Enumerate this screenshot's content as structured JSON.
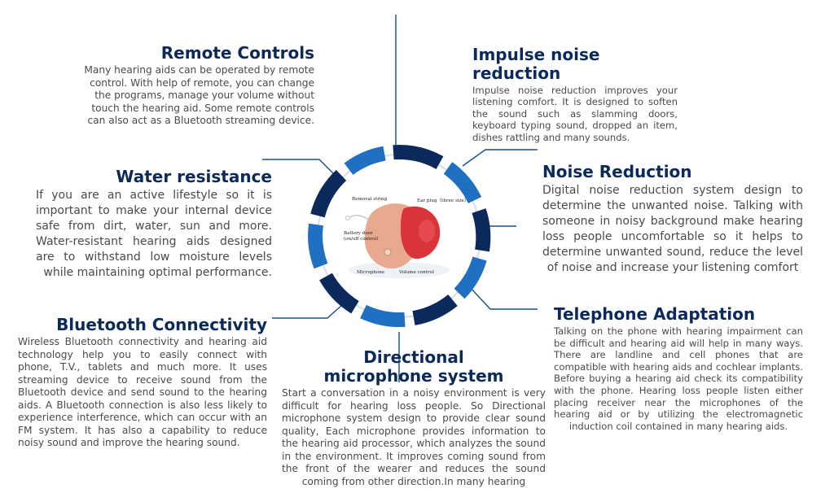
{
  "features": {
    "remote": {
      "title": "Remote Controls",
      "body": "Many hearing aids can be operated by remote control. With help of remote, you can change the programs, manage your volume without touch the hearing aid. Some remote controls can also act as a Bluetooth streaming device."
    },
    "impulse": {
      "title": "Impulse noise reduction",
      "body": "Impulse noise reduction improves your listening comfort. It is designed to soften the sound such as slamming doors, keyboard typing sound, dropped an item, dishes rattling and many sounds."
    },
    "water": {
      "title": "Water resistance",
      "body": "If you are an active lifestyle so it is important to make your internal device safe from dirt, water, sun and more. Water-resistant hearing aids designed are to withstand low moisture levels while maintaining optimal performance."
    },
    "noise": {
      "title": "Noise Reduction",
      "body": "Digital noise reduction system design to determine the unwanted noise. Talking with someone in noisy background make hearing loss people uncomfortable so it helps to determine unwanted sound, reduce the level of noise and increase your listening comfort"
    },
    "bluetooth": {
      "title": "Bluetooth Connectivity",
      "body": "Wireless Bluetooth connectivity and hearing aid technology help you to easily connect with phone, T.V., tablets and much more. It uses streaming device to receive sound from the Bluetooth device and send sound to the hearing aids. A Bluetooth connection is also less likely to experience interference, which can occur with an FM system. It has also a capability to reduce noisy sound and improve the hearing sound."
    },
    "telephone": {
      "title": "Telephone Adaptation",
      "body": "Talking on the phone with hearing impairment can be difficult and hearing aid will help in many ways. There are landline and cell phones that are compatible with hearing aids and cochlear implants. Before buying a hearing aid check its compatibility with the phone. Hearing loss people listen either placing receiver near the microphones of the hearing aid or by utilizing the electromagnetic induction coil contained in many hearing aids."
    },
    "directional": {
      "title": "Directional microphone system",
      "body": "Start a conversation in a noisy environment is very difficult for hearing loss people. So Directional microphone system design to provide clear sound quality, Each microphone provides information to the hearing aid processor, which analyzes the sound in the environment. It improves coming sound from the front of the wearer and reduces the sound coming from other direction.In many hearing"
    }
  },
  "device_labels": {
    "removal_string": "Removal string",
    "ear_plug": "Ear plug（three size）",
    "battery_door_line1": "Battery door",
    "battery_door_line2": "(on/off control)",
    "microphone": "Microphone",
    "volume_control": "Volume control"
  },
  "colors": {
    "title": "#0b2a5b",
    "body": "#4a4a4a",
    "ring_dark": "#0b2a5b",
    "ring_light": "#1f6fc2",
    "connector": "#1a4f8c",
    "device_shell": "#e8a98f",
    "device_plug": "#d9343a"
  }
}
